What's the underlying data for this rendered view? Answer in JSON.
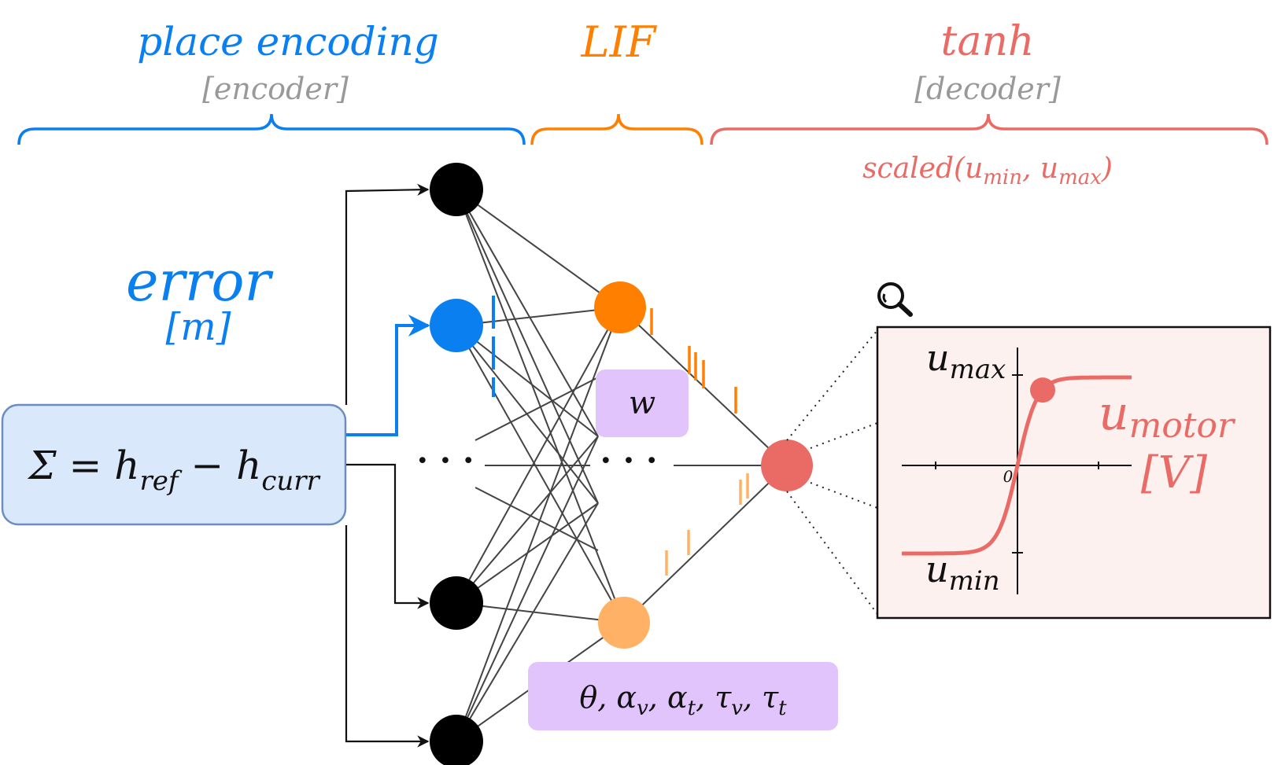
{
  "colors": {
    "encoder": "#0a7ff0",
    "encoder_light": "#dae8fc",
    "encoder_border": "#6c8ebf",
    "lif_fast": "#ff8000",
    "lif_slow": "#ffb266",
    "decoder": "#ea6b66",
    "decoder_bg": "#fdf1f0",
    "param_box": "#e0c4fb",
    "neuron_black": "#000000",
    "annotation_gray": "#999999"
  },
  "sections": {
    "encoder": {
      "title": "place encoding",
      "subtitle": "[encoder]"
    },
    "lif": {
      "title": "LIF"
    },
    "decoder": {
      "title": "tanh",
      "subtitle": "[decoder]",
      "note_prefix": "scaled(u",
      "note_min_sub": "min",
      "note_sep": ", u",
      "note_max_sub": "max",
      "note_suffix": ")"
    }
  },
  "input": {
    "title": "error",
    "unit": "[m]",
    "formula_parts": {
      "sigma": "Σ = h",
      "ref_sub": "ref",
      "minus": " − h",
      "curr_sub": "curr"
    }
  },
  "weights_label": "w",
  "params_label": "θ,  α",
  "params_parts": {
    "a_v": "v",
    "a_t_prefix": ",  α",
    "a_t": "t",
    "tau_v_prefix": ",  τ",
    "tau_v": "v",
    "tau_t_prefix": ",  τ",
    "tau_t": "t"
  },
  "ellipsis": "· · ·",
  "output": {
    "symbol": "u",
    "subscript": "motor",
    "unit": "[V]"
  },
  "plot": {
    "y_top_label": "u",
    "y_top_sub": "max",
    "y_bottom_label": "u",
    "y_bottom_sub": "min",
    "origin_label": "0",
    "icon": "magnifier-icon"
  }
}
